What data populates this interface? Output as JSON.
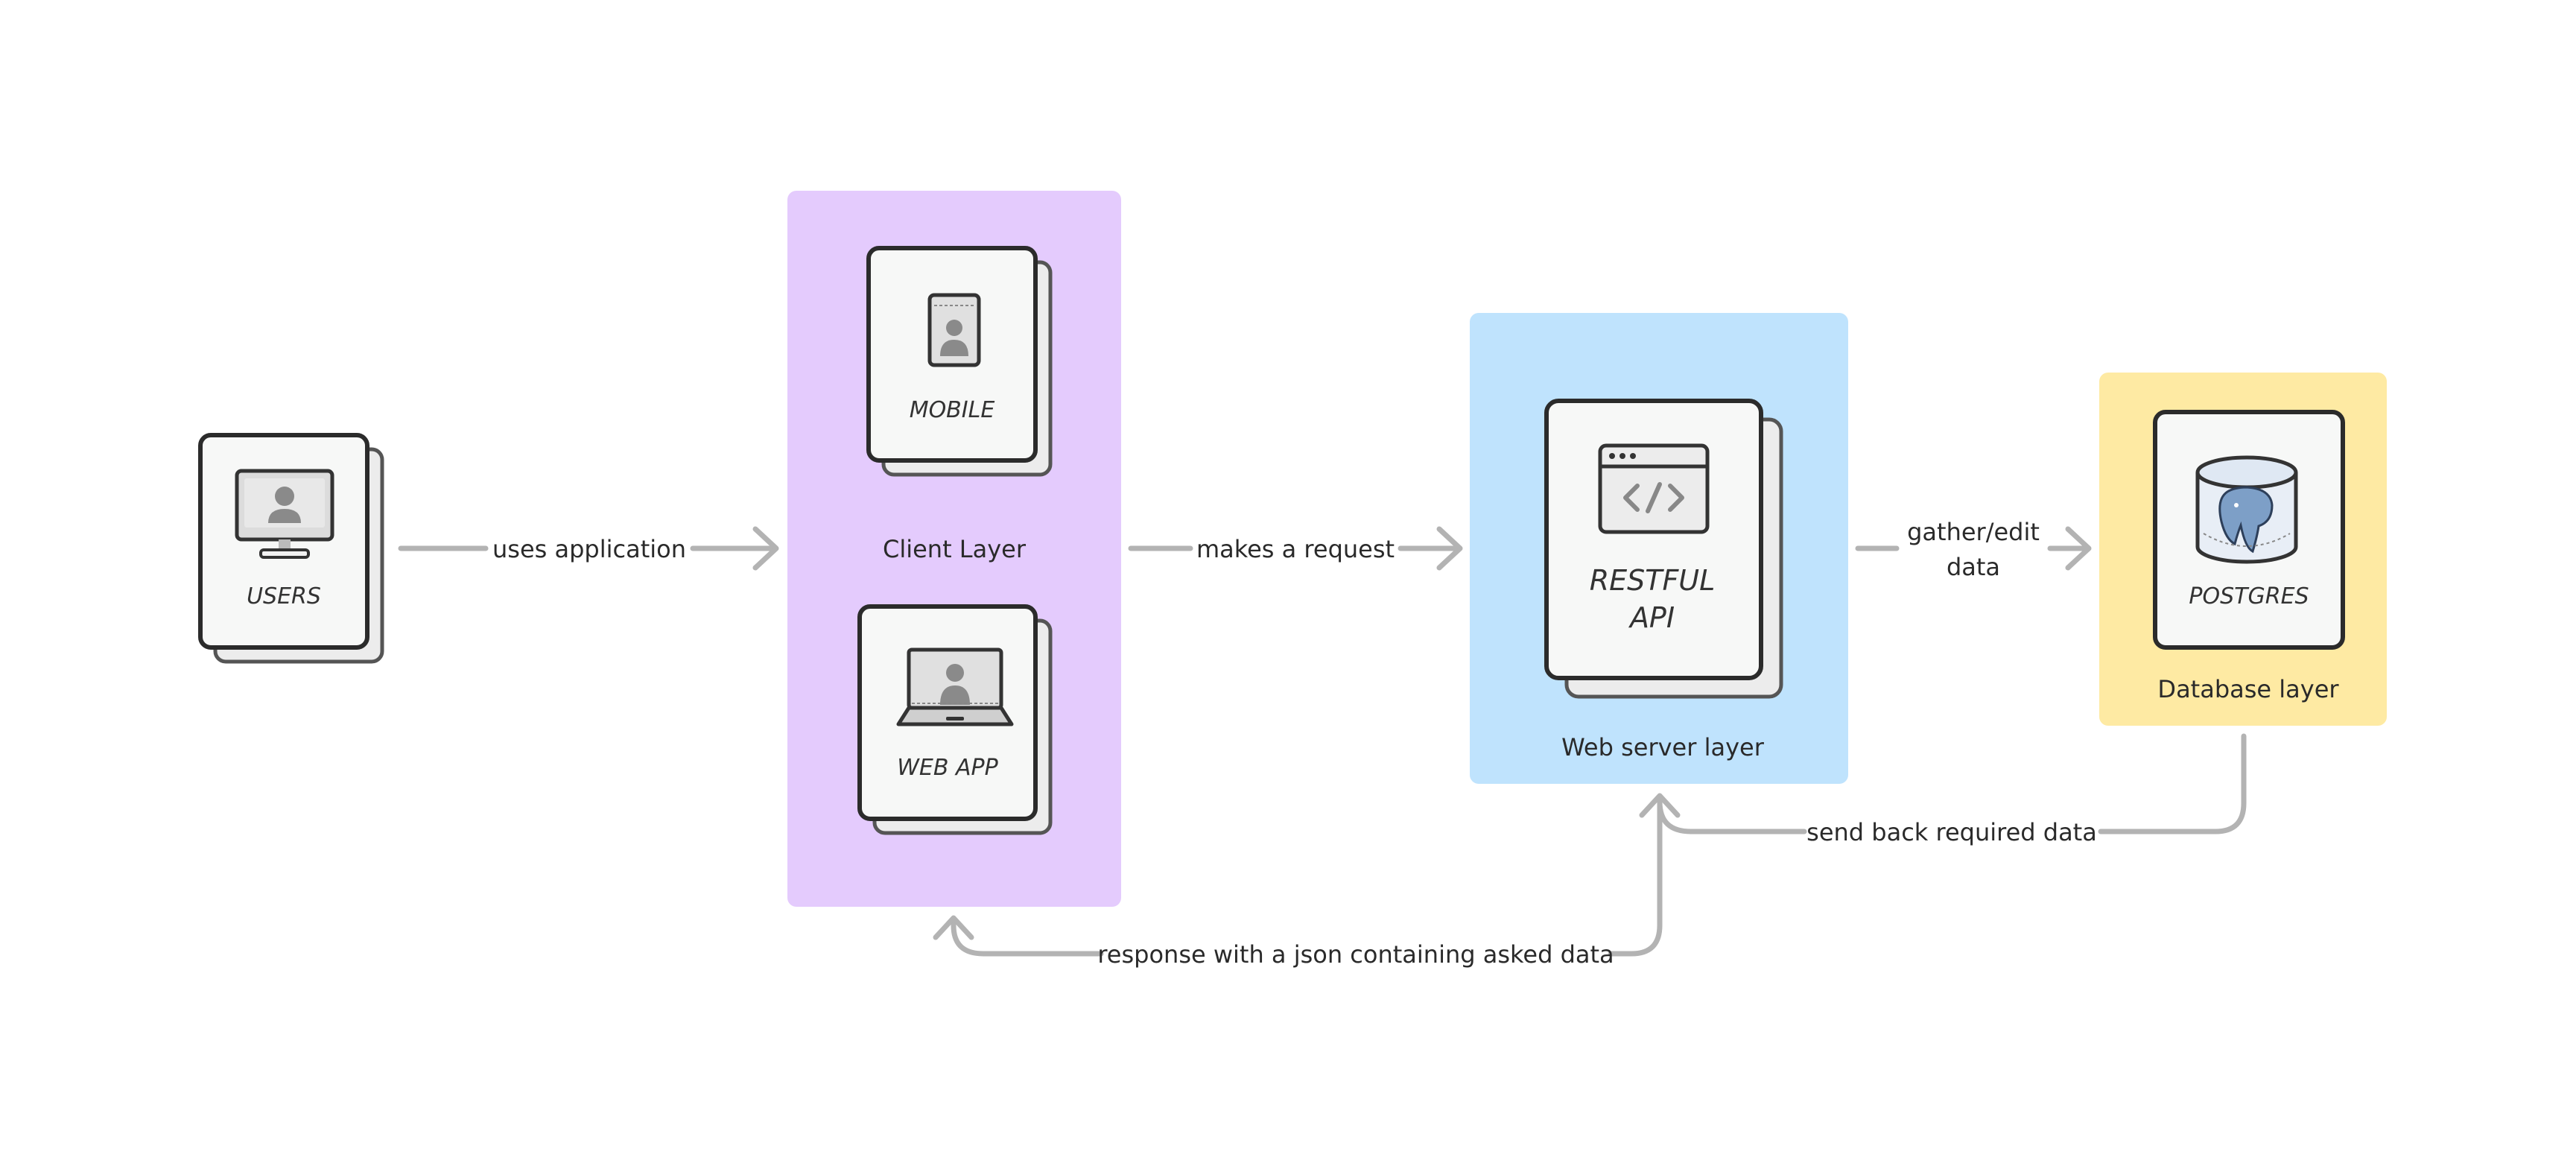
{
  "nodes": {
    "users": {
      "label": "USERS"
    },
    "mobile": {
      "label": "MOBILE"
    },
    "web_app": {
      "label": "WEB APP"
    },
    "restful_api": {
      "label_line1": "RESTFUL",
      "label_line2": "API"
    },
    "postgres": {
      "label": "POSTGRES"
    }
  },
  "groups": {
    "client": {
      "label": "Client Layer",
      "color": "#e4cbfd"
    },
    "web_server": {
      "label": "Web server layer",
      "color": "#bfe3fd"
    },
    "database": {
      "label": "Database layer",
      "color": "#feeaa3"
    }
  },
  "edges": {
    "uses_application": {
      "label": "uses application"
    },
    "makes_request": {
      "label": "makes a request"
    },
    "gather_edit": {
      "label_line1": "gather/edit",
      "label_line2": "data"
    },
    "send_back": {
      "label": "send back required data"
    },
    "response": {
      "label": "response with a json containing asked data"
    }
  },
  "icons": {
    "users": "desktop-user-icon",
    "mobile": "mobile-user-icon",
    "web_app": "laptop-user-icon",
    "restful_api": "code-window-icon",
    "postgres": "postgres-elephant-icon"
  },
  "colors": {
    "arrow": "#b3b3b3",
    "card_border": "#2b2b2b"
  }
}
